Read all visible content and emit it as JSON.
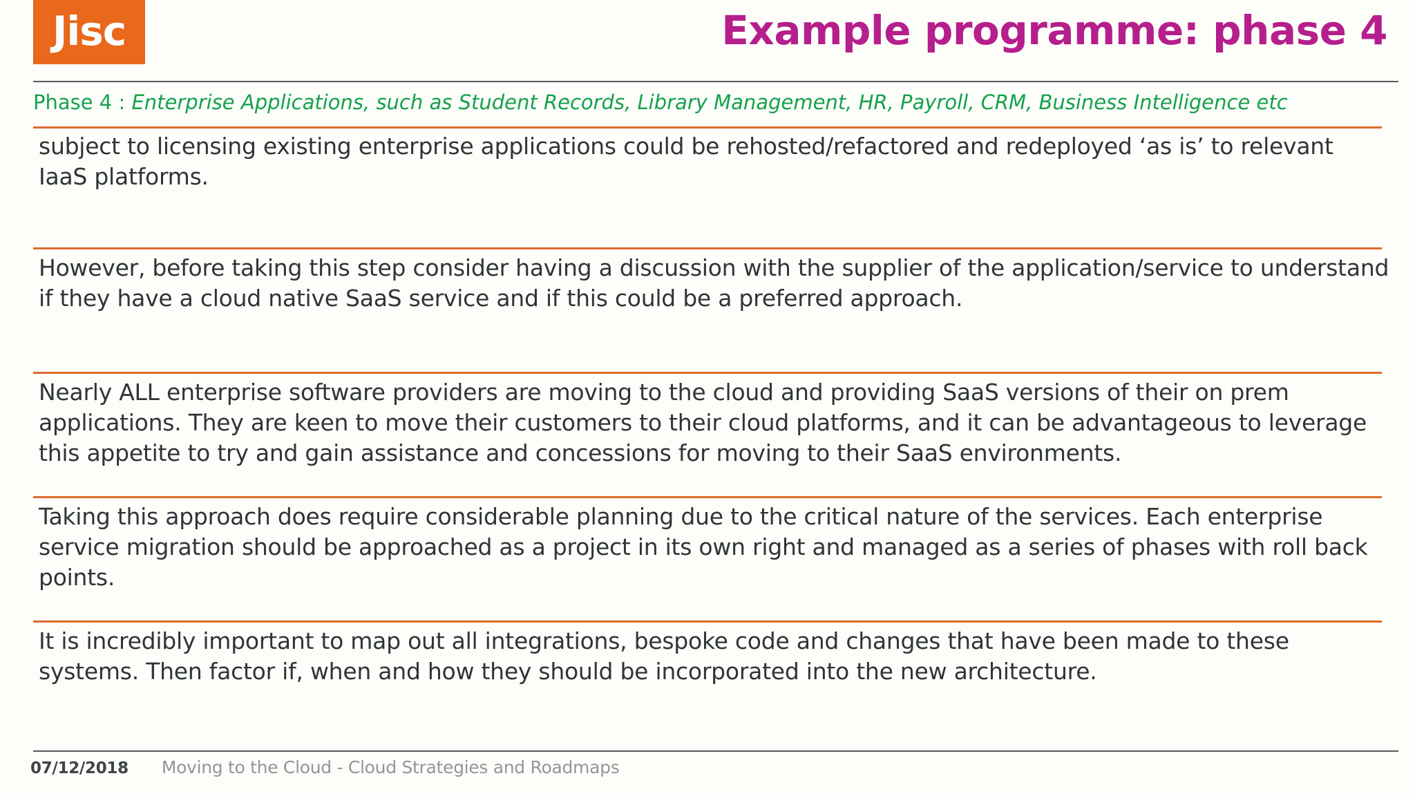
{
  "header": {
    "logo_text": "Jisc",
    "logo_bg_color": "#E8681C",
    "title": "Example programme: phase 4",
    "title_color": "#B51F8C"
  },
  "subtitle": {
    "label": "Phase 4 : ",
    "description": "Enterprise Applications, such as Student Records, Library Management,  HR, Payroll, CRM, Business Intelligence etc",
    "color": "#14A14B"
  },
  "body": {
    "rule_color": "#DD6B2B",
    "paragraphs": [
      {
        "text": "subject to licensing existing enterprise applications could be rehosted/refactored and redeployed ‘as is’ to relevant IaaS platforms."
      },
      {
        "text": "However, before taking this step consider having  a discussion  with the supplier of the application/service to understand if they have a cloud native SaaS service and if this could be a preferred approach."
      },
      {
        "text": "Nearly ALL enterprise software providers are moving to the cloud and providing SaaS versions of their on prem applications. They are keen to move their customers to their cloud platforms, and it can be advantageous to leverage this appetite to try and gain assistance and concessions for moving to their SaaS environments."
      },
      {
        "text": "Taking this approach does require considerable planning due to the critical nature of the services. Each enterprise service migration should be approached as a project in its own right and managed as a series of phases with roll back points."
      },
      {
        "text": "It is incredibly important to map out all integrations, bespoke code and changes that have been made to these systems. Then factor if, when and how they should be incorporated into the new architecture."
      }
    ]
  },
  "footer": {
    "date": "07/12/2018",
    "title": "Moving to the Cloud - Cloud Strategies and Roadmaps"
  }
}
